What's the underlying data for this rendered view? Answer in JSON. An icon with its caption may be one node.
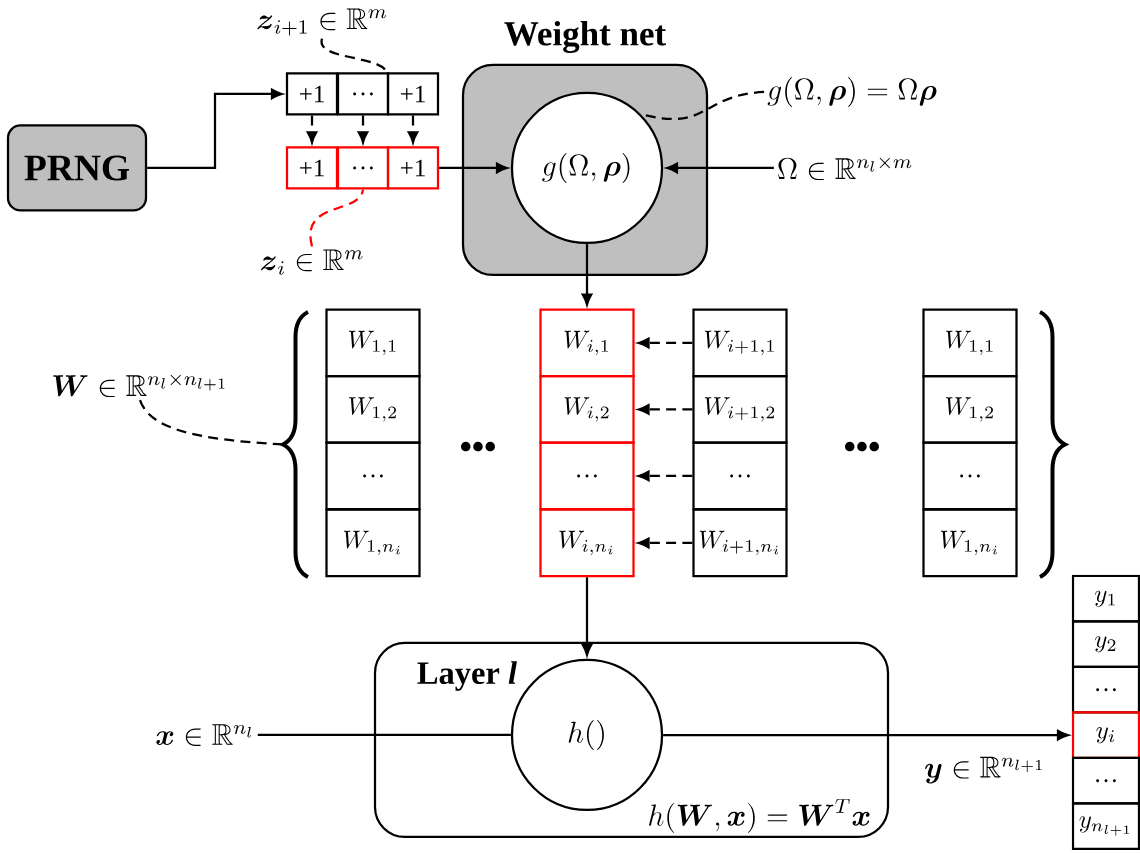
{
  "diagram": {
    "nodes": [
      {
        "text": [
          "\\boldsymbol{z}_{i+1} \\in \\mathbb{R}^{m}"
        ]
      },
      {
        "text": [
          "Weight net"
        ]
      },
      {
        "text": [
          "+1"
        ]
      },
      {
        "text": [
          "…"
        ]
      },
      {
        "text": [
          "+1"
        ]
      },
      {
        "text": [
          "PRNG"
        ]
      },
      {
        "text": [
          "g(\\Omega,\\boldsymbol{\\rho})"
        ],
        "in": 1
      },
      {
        "text": [
          "\\Omega \\in \\mathbb{R}^{n_l \\times m}"
        ]
      },
      {
        "text": [
          "g(\\Omega,\\boldsymbol{\\rho}) = \\Omega\\boldsymbol{\\rho}"
        ]
      },
      {
        "text": [
          "+1"
        ]
      },
      {
        "text": [
          "…"
        ]
      },
      {
        "text": [
          "+1"
        ]
      },
      {
        "text": [
          "\\boldsymbol{z}_{i} \\in \\mathbb{R}^{m}"
        ]
      },
      {
        "text": [
          "\\boldsymbol{W} \\in \\mathbb{R}^{n_l \\times n_{l+1}}"
        ]
      },
      {
        "text": [
          "W_{1,1}"
        ]
      },
      {
        "text": [
          "W_{1,2}"
        ]
      },
      {
        "text": [
          "…"
        ]
      },
      {
        "text": [
          "W_{1,n_i}"
        ]
      },
      {
        "text": [
          "W_{i,1}"
        ]
      },
      {
        "text": [
          "W_{i,2}"
        ]
      },
      {
        "text": [
          "…"
        ]
      },
      {
        "text": [
          "W_{i,n_i}"
        ]
      },
      {
        "text": [
          "W_{i+1,1}"
        ]
      },
      {
        "text": [
          "W_{i+1,2}"
        ]
      },
      {
        "text": [
          "…"
        ]
      },
      {
        "text": [
          "W_{i+1,n_i}"
        ]
      },
      {
        "text": [
          "W_{1,1}"
        ]
      },
      {
        "text": [
          "W_{1,2}"
        ]
      },
      {
        "text": [
          "…"
        ]
      },
      {
        "text": [
          "W_{1,n_i}"
        ]
      },
      {
        "text": [
          "Layer *l*",
          "h(\\boldsymbol{W},\\boldsymbol{x}) = \\boldsymbol{W}^{T}\\boldsymbol{x}"
        ]
      },
      {
        "text": [
          "h()"
        ],
        "in": 30
      },
      {
        "text": [
          "\\boldsymbol{x} \\in \\mathbb{R}^{n_l}"
        ]
      },
      {
        "text": [
          "y_{1}"
        ]
      },
      {
        "text": [
          "y_{2}"
        ]
      },
      {
        "text": [
          "…"
        ]
      },
      {
        "text": [
          "y_{i}"
        ]
      },
      {
        "text": [
          "…"
        ]
      },
      {
        "text": [
          "y_{n_{l+1}}"
        ]
      },
      {
        "text": [],
        "shape": "brace"
      }
    ],
    "edges": [
      {
        "from": 5,
        "to": 2,
        "arrow": "to"
      },
      {
        "from": 2,
        "to": 9,
        "arrow": "to",
        "style": "dashed"
      },
      {
        "from": 3,
        "to": 10,
        "arrow": "to",
        "style": "dashed"
      },
      {
        "from": 4,
        "to": 11,
        "arrow": "to",
        "style": "dashed"
      },
      {
        "from": 11,
        "to": 6,
        "arrow": "to"
      },
      {
        "from": 7,
        "to": 6,
        "arrow": "to"
      },
      {
        "from": 0,
        "to": 4,
        "arrow": "none",
        "style": "dashed"
      },
      {
        "from": 12,
        "to": 10,
        "arrow": "none",
        "style": "dashed",
        "color": "#ff0000"
      },
      {
        "from": 8,
        "to": 6,
        "arrow": "none",
        "style": "dashed"
      },
      {
        "from": 13,
        "to": 39,
        "arrow": "none",
        "style": "dashed"
      },
      {
        "from": 6,
        "to": 18,
        "arrow": "to"
      },
      {
        "from": 22,
        "to": 18,
        "arrow": "to",
        "style": "dashed"
      },
      {
        "from": 23,
        "to": 19,
        "arrow": "to",
        "style": "dashed"
      },
      {
        "from": 24,
        "to": 20,
        "arrow": "to",
        "style": "dashed"
      },
      {
        "from": 25,
        "to": 21,
        "arrow": "to",
        "style": "dashed"
      },
      {
        "from": 21,
        "to": 31,
        "arrow": "to"
      },
      {
        "from": 32,
        "to": 31,
        "arrow": "none"
      },
      {
        "from": 31,
        "to": 36,
        "arrow": "to",
        "label": "\\boldsymbol{y} \\in \\mathbb{R}^{n_{l+1}}"
      }
    ],
    "labels": [
      "•••",
      "•••"
    ]
  }
}
